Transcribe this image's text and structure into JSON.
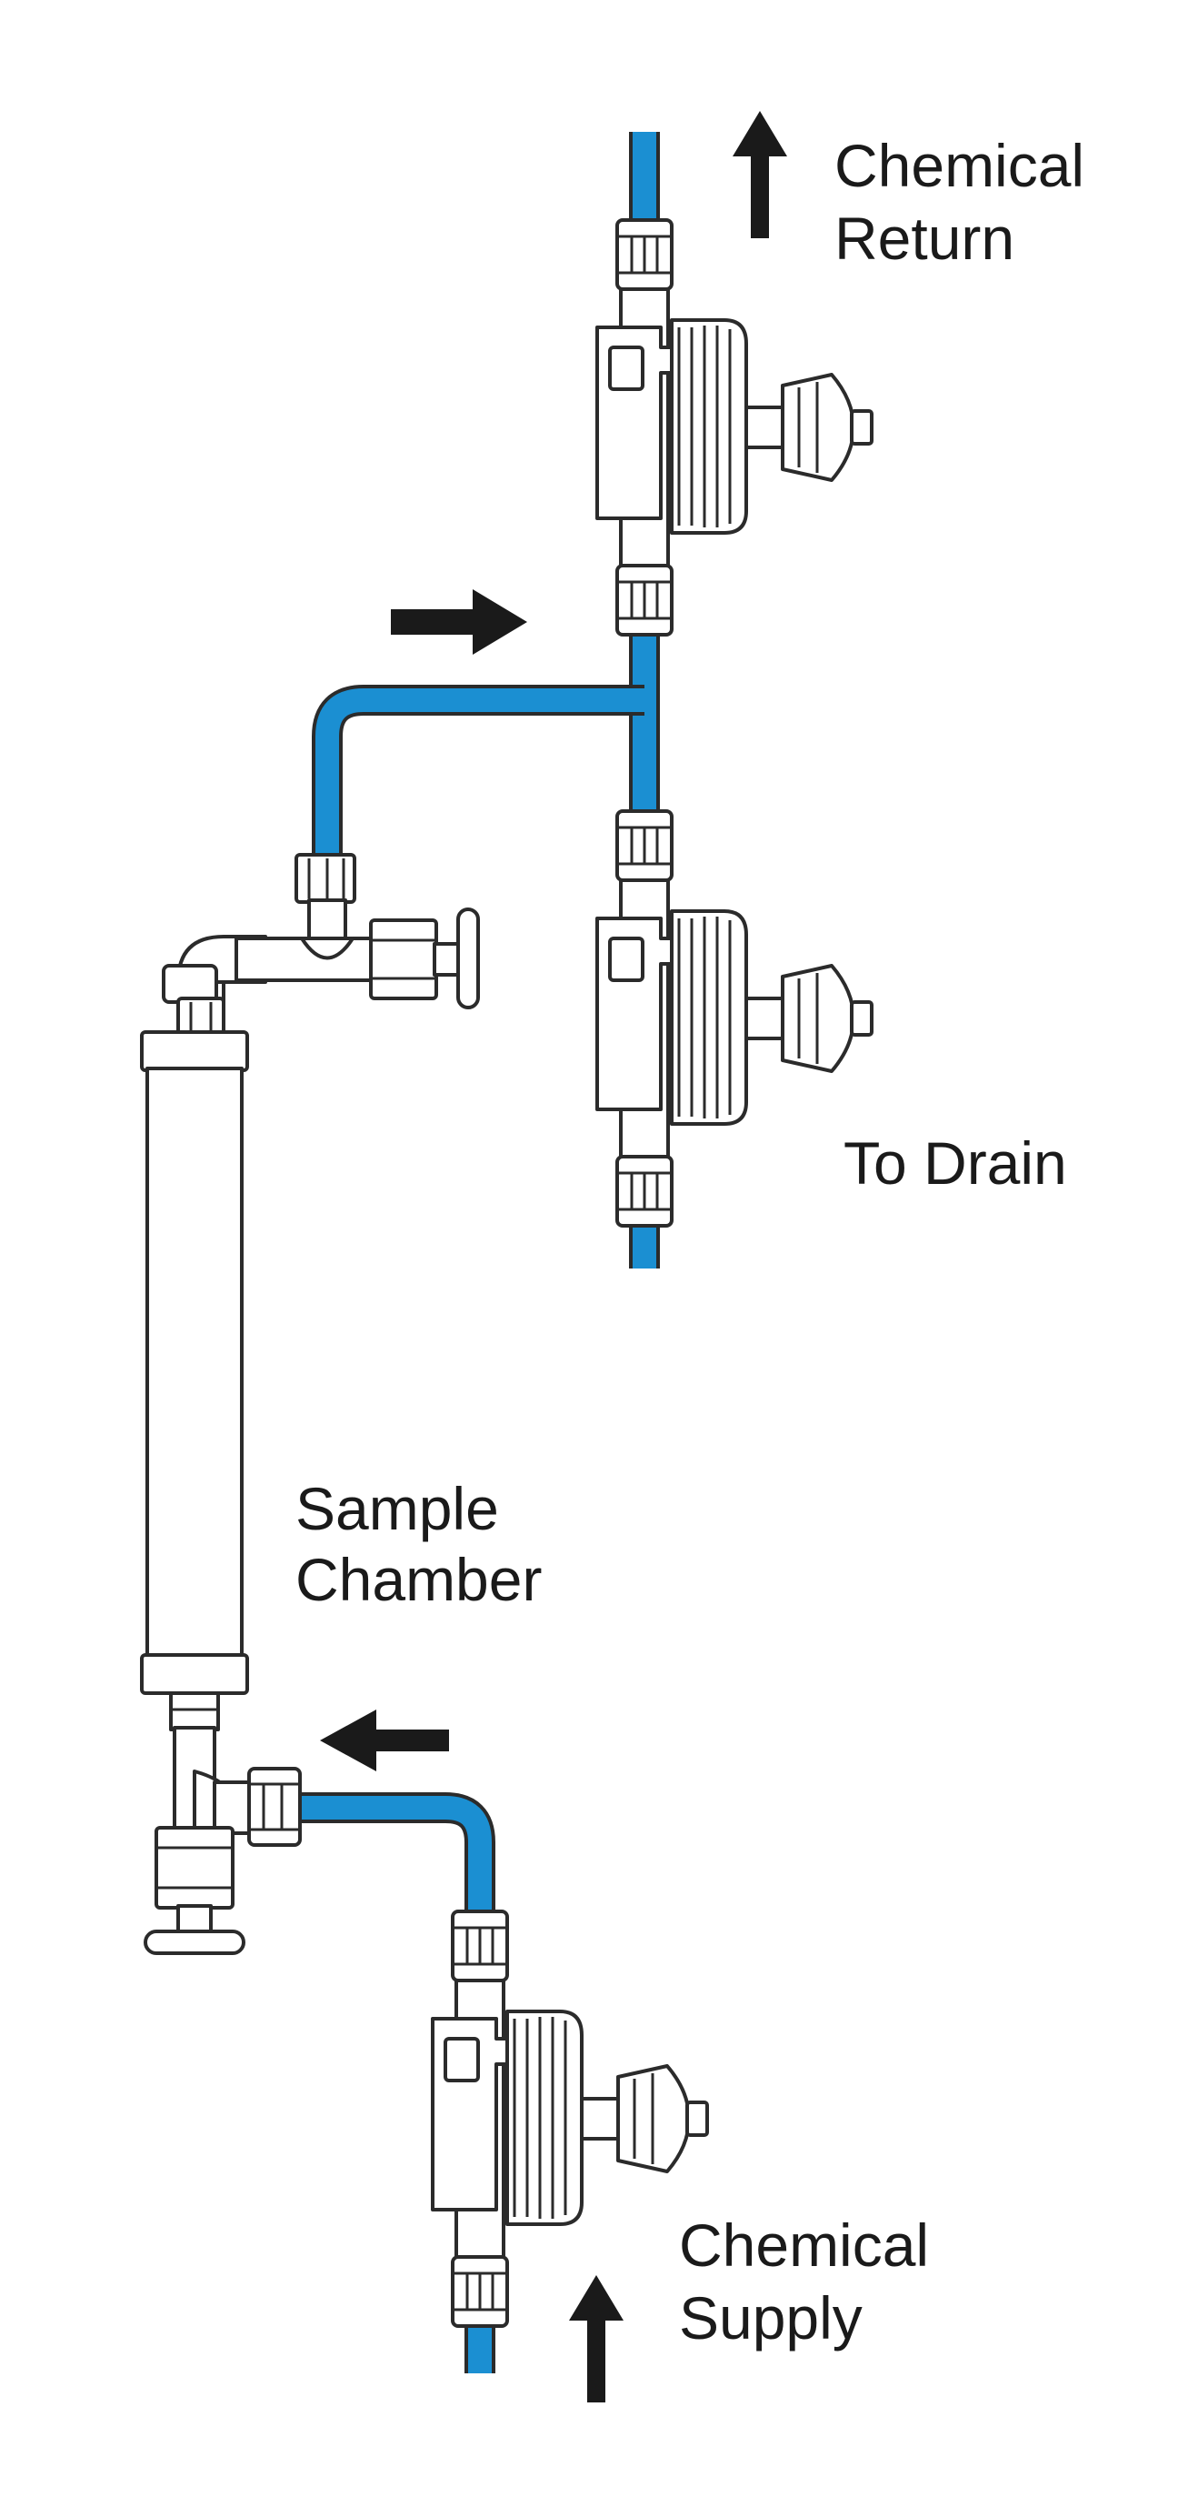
{
  "labels": {
    "chemical_return": [
      "Chemical",
      "Return"
    ],
    "to_drain": "To Drain",
    "sample_chamber": [
      "Sample",
      "Chamber"
    ],
    "chemical_supply": [
      "Chemical",
      "Supply"
    ]
  },
  "colors": {
    "tube": "#1b8fd2",
    "outline": "#2b2b2b",
    "arrow": "#1a1a1a",
    "background": "#ffffff"
  },
  "icons": {
    "flow_arrow": "arrow-icon",
    "valve": "ball-valve-icon",
    "fitting": "fitting-icon"
  }
}
